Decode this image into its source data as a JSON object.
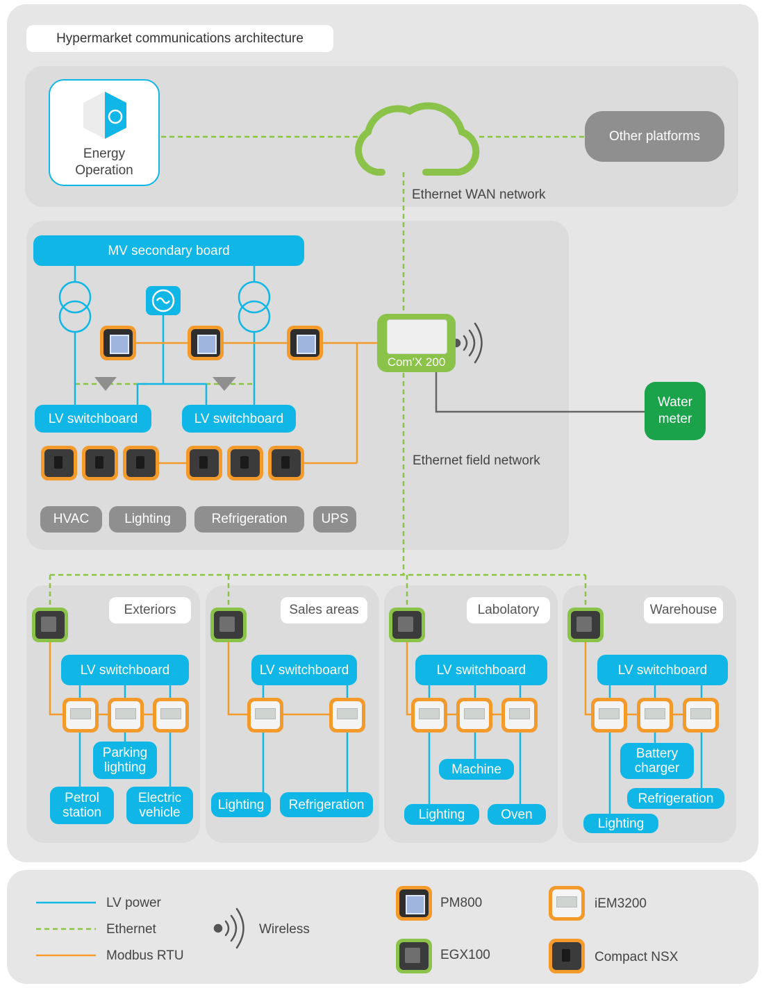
{
  "title": "Hypermarket communications architecture",
  "cloud_tier": {
    "energy_operation": "Energy\nOperation",
    "other_platforms": "Other platforms",
    "wan_label": "Ethernet WAN network"
  },
  "site": {
    "mv_board": "MV secondary board",
    "lv_switchboard_left": "LV switchboard",
    "lv_switchboard_right": "LV switchboard",
    "comx": "Com'X 200",
    "water_meter": "Water\nmeter",
    "field_network_label": "Ethernet field network",
    "loads": [
      "HVAC",
      "Lighting",
      "Refrigeration",
      "UPS"
    ]
  },
  "zones": [
    {
      "name": "Exteriors",
      "switchboard": "LV switchboard",
      "loads": [
        "Parking\nlighting",
        "Petrol\nstation",
        "Electric\nvehicle"
      ]
    },
    {
      "name": "Sales areas",
      "switchboard": "LV switchboard",
      "loads": [
        "Lighting",
        "Refrigeration"
      ]
    },
    {
      "name": "Labolatory",
      "switchboard": "LV switchboard",
      "loads": [
        "Machine",
        "Lighting",
        "Oven"
      ]
    },
    {
      "name": "Warehouse",
      "switchboard": "LV switchboard",
      "loads": [
        "Battery\ncharger",
        "Refrigeration",
        "Lighting"
      ]
    }
  ],
  "legend": {
    "lv_power": "LV power",
    "ethernet": "Ethernet",
    "modbus": "Modbus RTU",
    "wireless": "Wireless",
    "pm800": "PM800",
    "egx100": "EGX100",
    "iem3200": "iEM3200",
    "compact_nsx": "Compact NSX"
  },
  "colors": {
    "lv_power": "#10b7e6",
    "ethernet": "#8bc34a",
    "modbus": "#f39a2b",
    "water_meter": "#1aa34a",
    "grey_button": "#8f8f8f"
  }
}
